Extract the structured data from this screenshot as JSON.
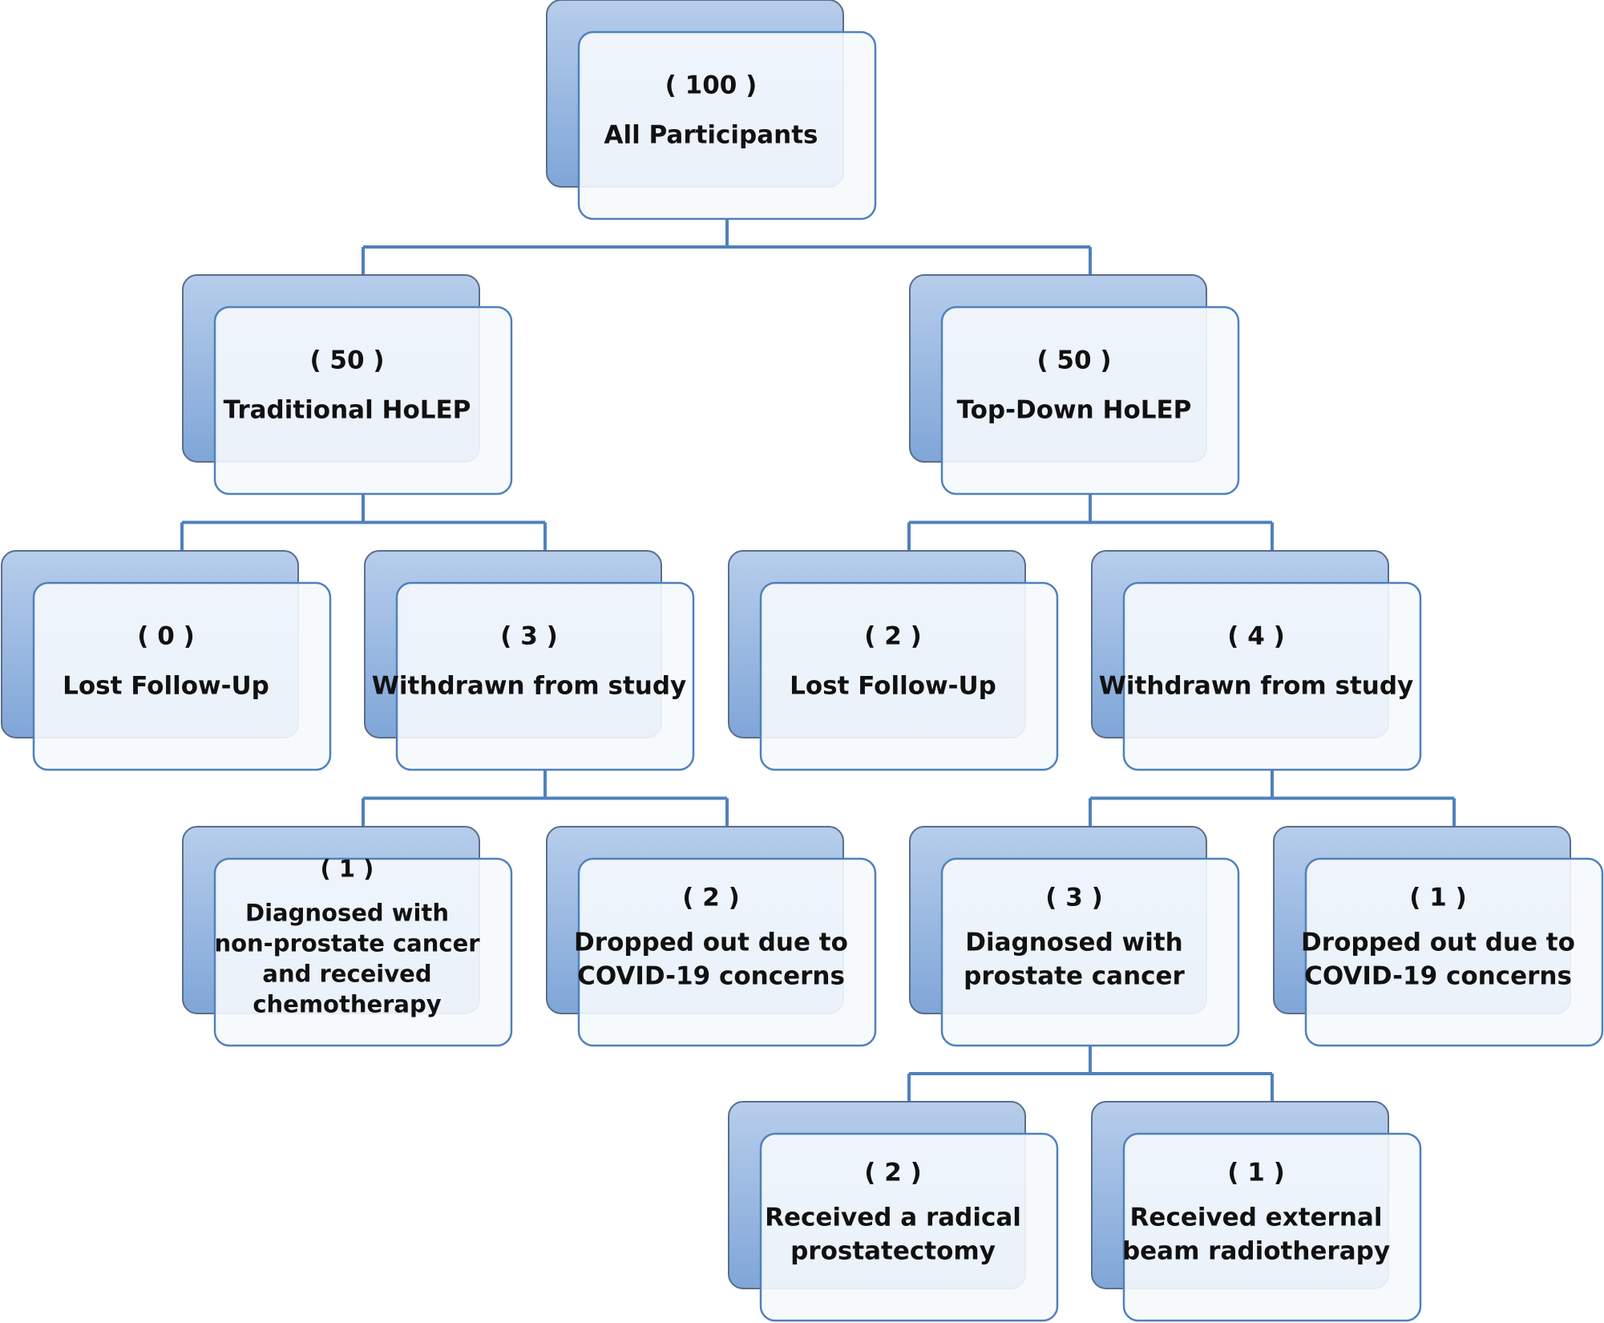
{
  "diagram": {
    "accent": "#4f81bd",
    "connector_color": "#4f81bd",
    "front_fill": "#f6f9fd",
    "back_gradient": [
      "#b7cdeb",
      "#7fa6d8"
    ],
    "nodes": [
      {
        "id": "all",
        "count": "( 100 )",
        "lines": [
          "All Participants"
        ]
      },
      {
        "id": "traditional",
        "count": "( 50 )",
        "lines": [
          "Traditional HoLEP"
        ]
      },
      {
        "id": "topdown",
        "count": "( 50 )",
        "lines": [
          "Top-Down HoLEP"
        ]
      },
      {
        "id": "trad-lost",
        "count": "( 0 )",
        "lines": [
          "Lost Follow-Up"
        ]
      },
      {
        "id": "trad-withdrawn",
        "count": "( 3 )",
        "lines": [
          "Withdrawn from study"
        ]
      },
      {
        "id": "td-lost",
        "count": "( 2 )",
        "lines": [
          "Lost Follow-Up"
        ]
      },
      {
        "id": "td-withdrawn",
        "count": "( 4 )",
        "lines": [
          "Withdrawn from study"
        ]
      },
      {
        "id": "trad-nonprostate",
        "count": "( 1 )",
        "lines": [
          "Diagnosed with",
          "non-prostate cancer",
          "and received",
          "chemotherapy"
        ]
      },
      {
        "id": "trad-covid",
        "count": "( 2 )",
        "lines": [
          "Dropped out due to",
          "COVID-19 concerns"
        ]
      },
      {
        "id": "td-prostate",
        "count": "( 3 )",
        "lines": [
          "Diagnosed with",
          "prostate cancer"
        ]
      },
      {
        "id": "td-covid",
        "count": "( 1 )",
        "lines": [
          "Dropped out due to",
          "COVID-19 concerns"
        ]
      },
      {
        "id": "td-radical",
        "count": "( 2 )",
        "lines": [
          "Received a radical",
          "prostatectomy"
        ]
      },
      {
        "id": "td-radiotherapy",
        "count": "( 1 )",
        "lines": [
          "Received external",
          "beam radiotherapy"
        ]
      }
    ],
    "edges": [
      {
        "from": "all",
        "to": [
          "traditional",
          "topdown"
        ]
      },
      {
        "from": "traditional",
        "to": [
          "trad-lost",
          "trad-withdrawn"
        ]
      },
      {
        "from": "topdown",
        "to": [
          "td-lost",
          "td-withdrawn"
        ]
      },
      {
        "from": "trad-withdrawn",
        "to": [
          "trad-nonprostate",
          "trad-covid"
        ]
      },
      {
        "from": "td-withdrawn",
        "to": [
          "td-prostate",
          "td-covid"
        ]
      },
      {
        "from": "td-prostate",
        "to": [
          "td-radical",
          "td-radiotherapy"
        ]
      }
    ]
  }
}
